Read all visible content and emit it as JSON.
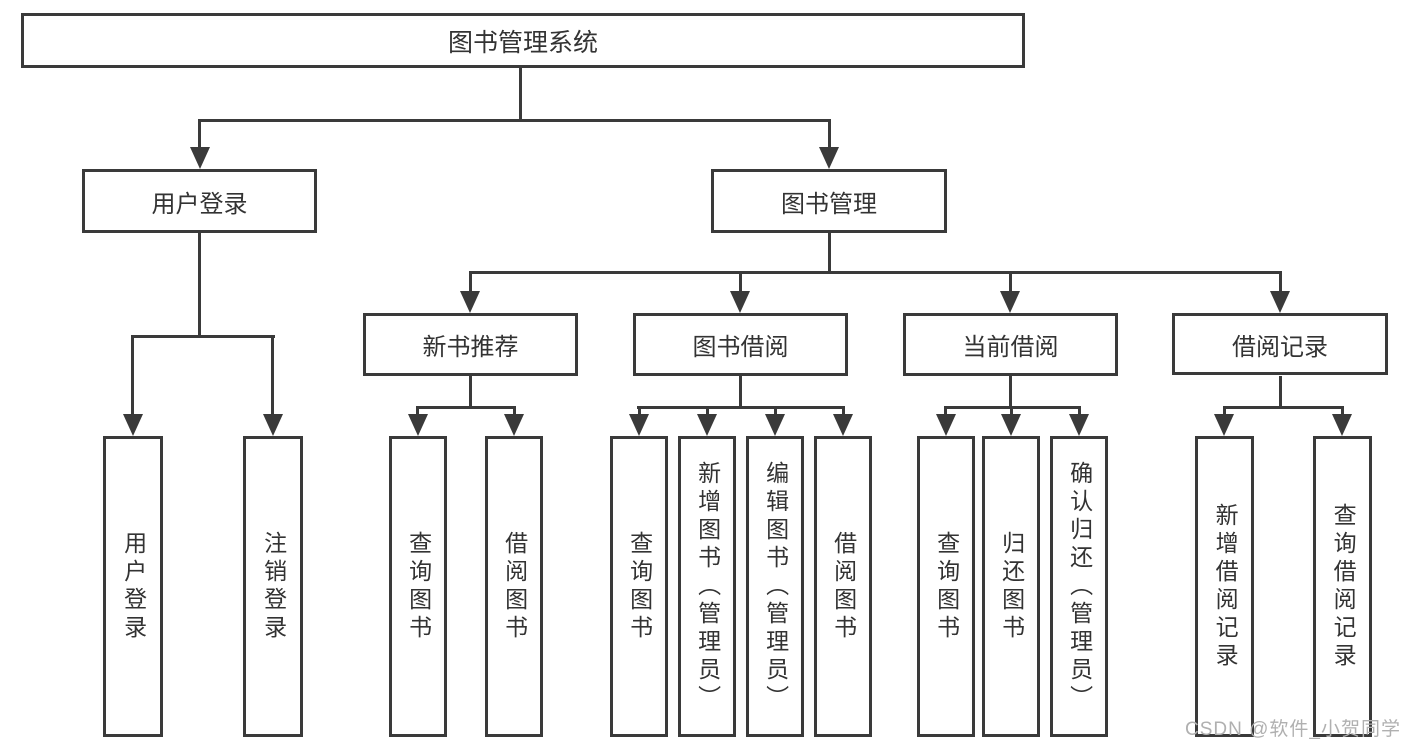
{
  "tree": {
    "root": {
      "label": "图书管理系统"
    },
    "level2": [
      {
        "label": "用户登录",
        "leaves": [
          "用户登录",
          "注销登录"
        ]
      },
      {
        "label": "图书管理",
        "sections": [
          {
            "label": "新书推荐",
            "leaves": [
              "查询图书",
              "借阅图书"
            ]
          },
          {
            "label": "图书借阅",
            "leaves": [
              "查询图书",
              "新增图书（管理员）",
              "编辑图书（管理员）",
              "借阅图书"
            ]
          },
          {
            "label": "当前借阅",
            "leaves": [
              "查询图书",
              "归还图书",
              "确认归还（管理员）"
            ]
          },
          {
            "label": "借阅记录",
            "leaves": [
              "新增借阅记录",
              "查询借阅记录"
            ]
          }
        ]
      }
    ]
  },
  "watermark": "CSDN @软件_小贺同学",
  "colors": {
    "line": "#3a3a3a",
    "text": "#333333",
    "background": "#ffffff",
    "watermark": "#b0b0b0"
  }
}
